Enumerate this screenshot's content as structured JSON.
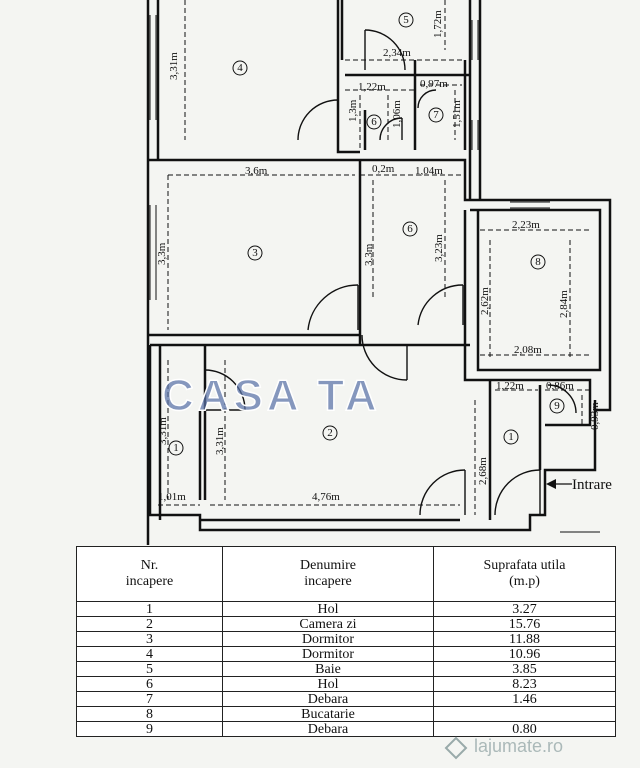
{
  "watermark": {
    "main": "CASA TA",
    "site": "lajumate.ro"
  },
  "entry_label": "Intrare",
  "rooms": [
    {
      "number": "1",
      "name": "Hol",
      "area": "3.27"
    },
    {
      "number": "2",
      "name": "Camera zi",
      "area": "15.76"
    },
    {
      "number": "3",
      "name": "Dormitor",
      "area": "11.88"
    },
    {
      "number": "4",
      "name": "Dormitor",
      "area": "10.96"
    },
    {
      "number": "5",
      "name": "Baie",
      "area": "3.85"
    },
    {
      "number": "6",
      "name": "Hol",
      "area": "8.23"
    },
    {
      "number": "7",
      "name": "Debara",
      "area": "1.46"
    },
    {
      "number": "8",
      "name": "Bucatarie",
      "area": ""
    },
    {
      "number": "9",
      "name": "Debara",
      "area": "0.80"
    }
  ],
  "dimensions": {
    "r4_height": "3,31m",
    "r5_width": "2,34m",
    "r5_height": "1,72m",
    "d6_width": "1,22m",
    "d7_width": "0,97m",
    "d6_height": "1,3m",
    "d6b_height": "1,06m",
    "d7_height": "1,51m",
    "r3_width": "3,6m",
    "gap_width": "0,2m",
    "hall_width": "1,04m",
    "r3_height": "3,3m",
    "hall_h1": "3,3m",
    "hall_h2": "3,23m",
    "r8_width": "2,23m",
    "r8_h1": "2,62m",
    "r8_h2": "2,84m",
    "r8_w2": "2,08m",
    "r1_width": "1,22m",
    "r9_width": "0,86m",
    "r9_height": "0,93m",
    "r1_height": "2,68m",
    "r10_height": "3,31m",
    "r10_width": "1,01m",
    "r2_height": "3,31m",
    "r2_width": "4,76m"
  },
  "table": {
    "col1_header_line1": "Nr.",
    "col1_header_line2": "incapere",
    "col2_header_line1": "Denumire",
    "col2_header_line2": "incapere",
    "col3_header_line1": "Suprafata utila",
    "col3_header_line2": "(m.p)"
  }
}
